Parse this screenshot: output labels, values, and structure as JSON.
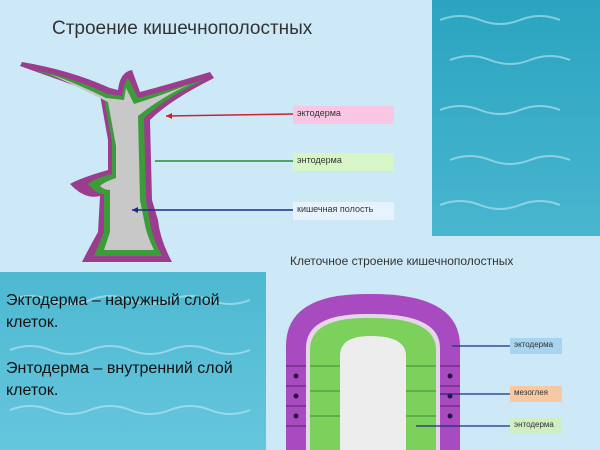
{
  "top_diagram": {
    "title": "Строение кишечнополостных",
    "labels": {
      "ectoderm": "эктодерма",
      "endoderm": "энтодерма",
      "cavity": "кишечная полость"
    }
  },
  "cell_diagram": {
    "title": "Клеточное строение кишечнополостных",
    "labels": {
      "ectoderm": "эктодерма",
      "mesoglea": "мезоглея",
      "endoderm": "энтодерма"
    }
  },
  "text": {
    "line1": "Эктодерма – наружный слой клеток.",
    "line2": "Энтодерма – внутренний слой клеток."
  },
  "colors": {
    "ectoderm_label_bg": "#f9c6e3",
    "endoderm_label_bg": "#d8f5c7",
    "cavity_label_bg": "#e6f3ff",
    "cell_ecto_bg": "#a8d4f0",
    "cell_meso_bg": "#f6c9a4",
    "cell_endo_bg": "#cfeec2"
  }
}
